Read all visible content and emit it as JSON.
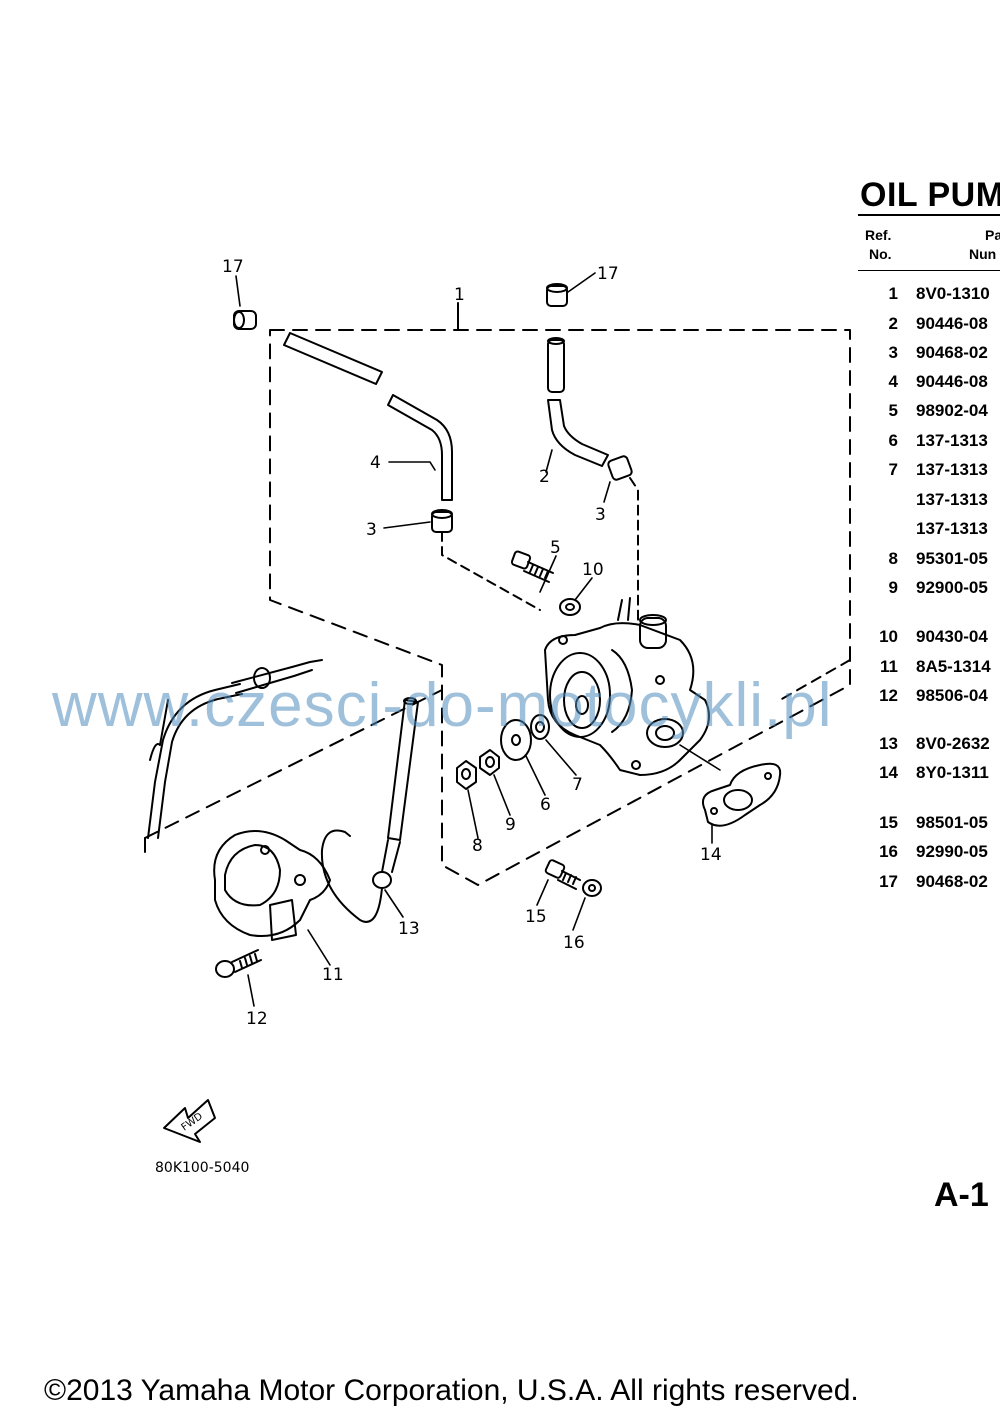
{
  "title": "OIL PUM",
  "table": {
    "header": {
      "ref_line1": "Ref.",
      "ref_line2": "No.",
      "part_line1": "Pa",
      "part_line2": "Nun"
    },
    "rows": [
      {
        "ref": "1",
        "part": "8V0-1310"
      },
      {
        "ref": "2",
        "part": "90446-08"
      },
      {
        "ref": "3",
        "part": "90468-02"
      },
      {
        "ref": "4",
        "part": "90446-08"
      },
      {
        "ref": "5",
        "part": "98902-04"
      },
      {
        "ref": "6",
        "part": "137-1313"
      },
      {
        "ref": "7",
        "part": "137-1313"
      },
      {
        "ref": "",
        "part": "137-1313"
      },
      {
        "ref": "",
        "part": "137-1313"
      },
      {
        "ref": "8",
        "part": "95301-05"
      },
      {
        "ref": "9",
        "part": "92900-05"
      },
      {
        "ref": "10",
        "part": "90430-04"
      },
      {
        "ref": "11",
        "part": "8A5-1314"
      },
      {
        "ref": "12",
        "part": "98506-04"
      },
      {
        "ref": "13",
        "part": "8V0-2632"
      },
      {
        "ref": "14",
        "part": "8Y0-1311"
      },
      {
        "ref": "15",
        "part": "98501-05"
      },
      {
        "ref": "16",
        "part": "92990-05"
      },
      {
        "ref": "17",
        "part": "90468-02"
      }
    ]
  },
  "callouts": [
    "17",
    "17",
    "1",
    "4",
    "3",
    "2",
    "3",
    "5",
    "10",
    "7",
    "6",
    "9",
    "8",
    "14",
    "15",
    "16",
    "13",
    "11",
    "12"
  ],
  "fwd_label": "FWD",
  "figure_code": "80K100-5040",
  "page_number": "A-1",
  "watermark": "www.czesci-do-motocykli.pl",
  "copyright": "©2013 Yamaha Motor Corporation, U.S.A. All rights reserved."
}
